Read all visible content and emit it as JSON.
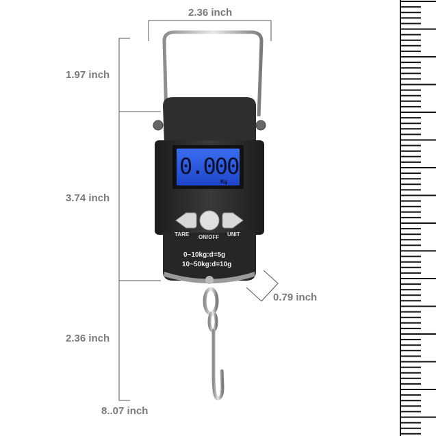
{
  "dimensions": {
    "width_top": "2.36 inch",
    "handle_height": "1.97 inch",
    "body_height": "3.74 inch",
    "depth": "0.79 inch",
    "hook_height": "2.36 inch",
    "total_height": "8..07 inch"
  },
  "scale": {
    "display_value": "0.000",
    "display_unit": "Kg",
    "left_button_label": "TARE",
    "center_button_label": "ON/OFF",
    "right_button_label": "UNIT",
    "spec_line_1": "0~10kg:d=5g",
    "spec_line_2": "10~50kg:d=10g"
  },
  "colors": {
    "lcd_blue": "#2f5fe0",
    "body_dark": "#2b2b2b",
    "dimension_gray": "#7a7a7a"
  }
}
